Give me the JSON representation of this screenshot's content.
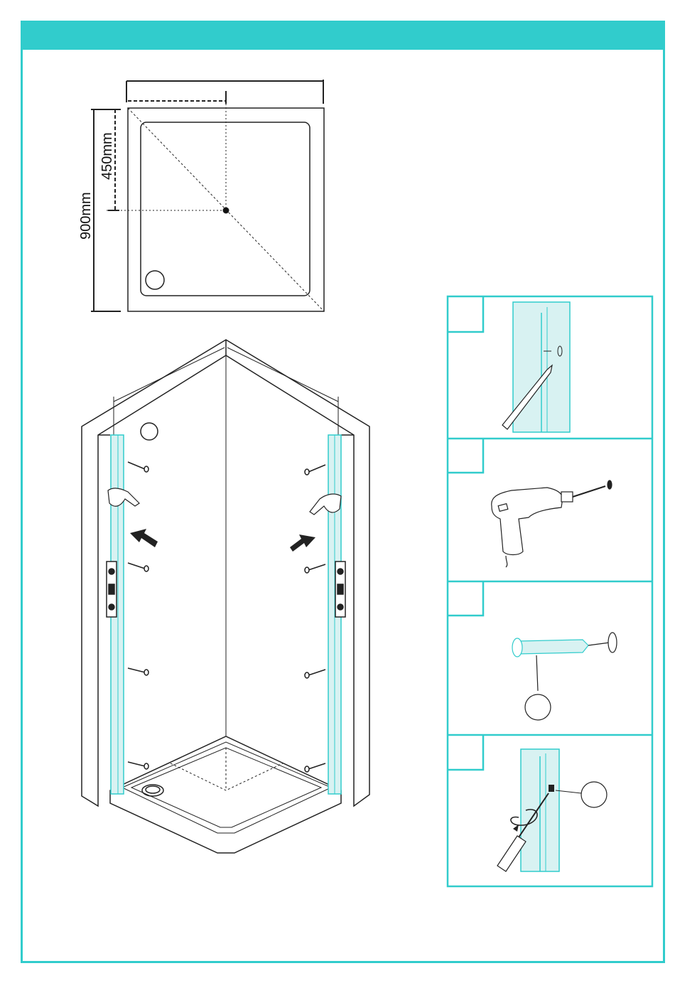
{
  "colors": {
    "accent": "#31cccc",
    "line": "#222222",
    "glass": "#cfecec"
  },
  "top_view": {
    "dim_full": "900mm",
    "dim_half": "450mm"
  },
  "steps": [
    {
      "name": "mark-step",
      "icon": "pencil-icon"
    },
    {
      "name": "drill-step",
      "icon": "drill-icon"
    },
    {
      "name": "plug-step",
      "icon": "wall-plug-icon"
    },
    {
      "name": "screw-step",
      "icon": "screwdriver-icon"
    }
  ]
}
